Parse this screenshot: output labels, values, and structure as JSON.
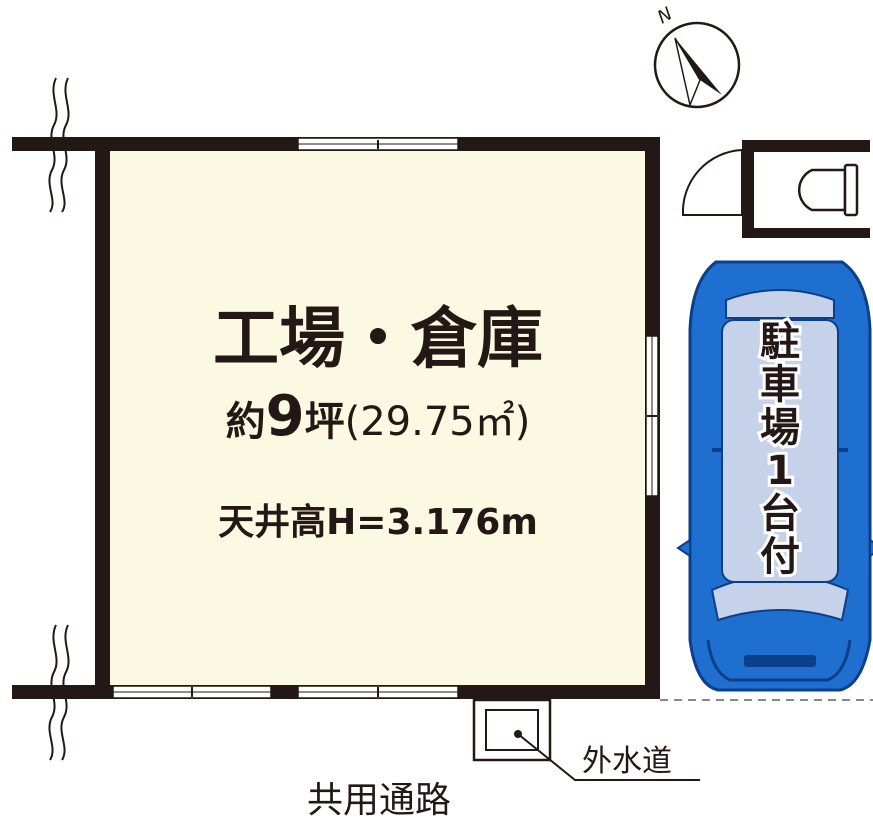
{
  "room": {
    "title": "工場・倉庫",
    "area_prefix": "約",
    "area_tsubo": "9",
    "area_unit": "坪",
    "area_sqm": "(29.75㎡)",
    "ceiling": "天井高H=3.176m",
    "fill_color": "#fcf9e2"
  },
  "parking": {
    "chars": [
      "駐",
      "車",
      "場",
      "1",
      "台",
      "付"
    ],
    "car_color": "#1f6fd0",
    "window_color": "#c6d2ea"
  },
  "water_meter_label": "外水道",
  "road_label": "共用通路",
  "compass_label": "N"
}
